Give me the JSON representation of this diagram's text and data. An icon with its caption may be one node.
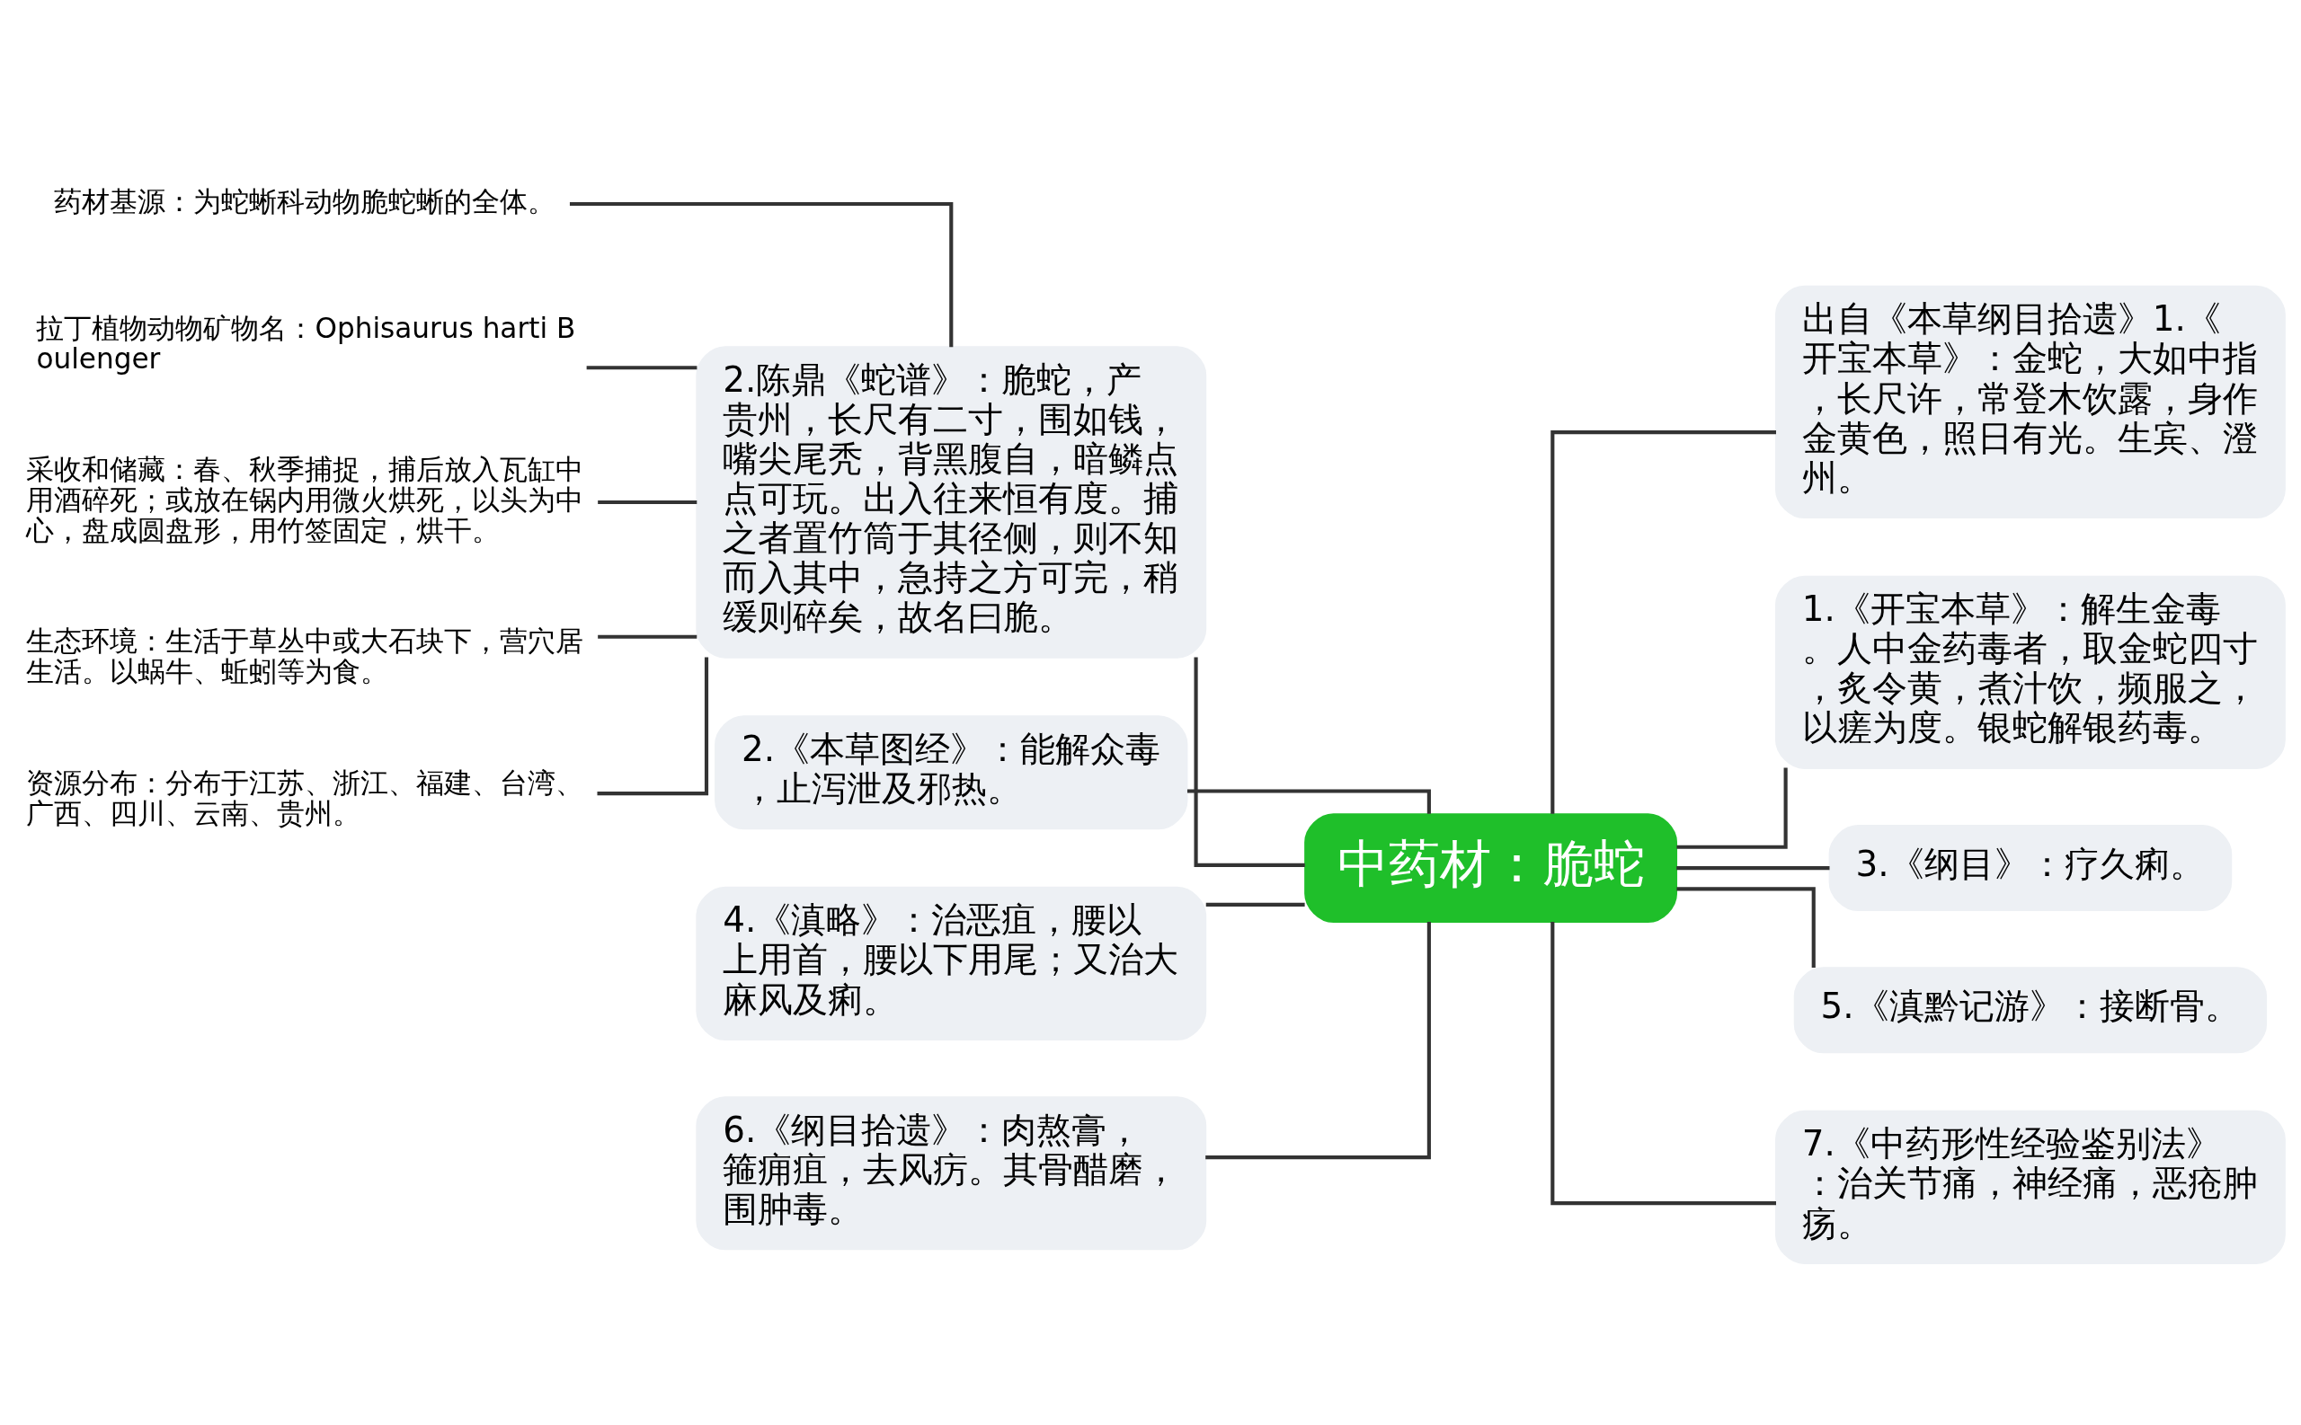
{
  "diagram": {
    "nodes": [
      {
        "text": [
          "中药材：脆蛇"
        ]
      },
      {
        "text": [
          "2.陈鼎《蛇谱》：脆蛇，产贵州，长尺有二寸，围如钱，嘴尖尾秃，背黑腹自，暗鳞点点可玩。出入往来恒有度。捕之者置竹筒于其径侧，则不知而入其中，急持之方可完，稍缓则碎矣，故名曰脆。"
        ]
      },
      {
        "text": [
          "2.《本草图经》：能解众毒，止泻泄及邪热。"
        ]
      },
      {
        "text": [
          "4.《滇略》：治恶疽，腰以上用首，腰以下用尾；又治大麻风及痢。"
        ]
      },
      {
        "text": [
          "6.《纲目拾遗》：肉熬膏，箍痈疽，去风疠。其骨醋磨，围肿毒。"
        ]
      },
      {
        "text": [
          "药材基源：为蛇蜥科动物脆蛇蜥的全体。"
        ]
      },
      {
        "text": [
          "拉丁植物动物矿物名：Ophisaurus harti Boulenger"
        ]
      },
      {
        "text": [
          "采收和储藏：春、秋季捕捉，捕后放入瓦缸中用酒碎死；或放在锅内用微火烘死，以头为中心，盘成圆盘形，用竹签固定，烘干。"
        ]
      },
      {
        "text": [
          "生态环境：生活于草丛中或大石块下，营穴居生活。以蜗牛、蚯蚓等为食。"
        ]
      },
      {
        "text": [
          "资源分布：分布于江苏、浙江、福建、台湾、广西、四川、云南、贵州。"
        ]
      },
      {
        "text": [
          "出自《本草纲目拾遗》1.《开宝本草》：金蛇，大如中指，长尺许，常登木饮露，身作金黄色，照日有光。生宾、澄州。"
        ]
      },
      {
        "text": [
          "1.《开宝本草》：解生金毒。人中金药毒者，取金蛇四寸，炙令黄，煮汁饮，频服之，以瘥为度。银蛇解银药毒。"
        ]
      },
      {
        "text": [
          "3.《纲目》：疗久痢。"
        ]
      },
      {
        "text": [
          "5.《滇黔记游》：接断骨。"
        ]
      },
      {
        "text": [
          "7.《中药形性经验鉴别法》：治关节痛，神经痛，恶疮肿疡。"
        ]
      }
    ],
    "edges": [
      {
        "from": 0,
        "to": 1,
        "arrow": "none"
      },
      {
        "from": 0,
        "to": 2,
        "arrow": "none"
      },
      {
        "from": 0,
        "to": 3,
        "arrow": "none"
      },
      {
        "from": 0,
        "to": 4,
        "arrow": "none"
      },
      {
        "from": 1,
        "to": 5,
        "arrow": "none"
      },
      {
        "from": 1,
        "to": 6,
        "arrow": "none"
      },
      {
        "from": 1,
        "to": 7,
        "arrow": "none"
      },
      {
        "from": 1,
        "to": 8,
        "arrow": "none"
      },
      {
        "from": 1,
        "to": 9,
        "arrow": "none"
      },
      {
        "from": 0,
        "to": 10,
        "arrow": "none"
      },
      {
        "from": 0,
        "to": 11,
        "arrow": "none"
      },
      {
        "from": 0,
        "to": 12,
        "arrow": "none"
      },
      {
        "from": 0,
        "to": 13,
        "arrow": "none"
      },
      {
        "from": 0,
        "to": 14,
        "arrow": "none"
      }
    ]
  }
}
